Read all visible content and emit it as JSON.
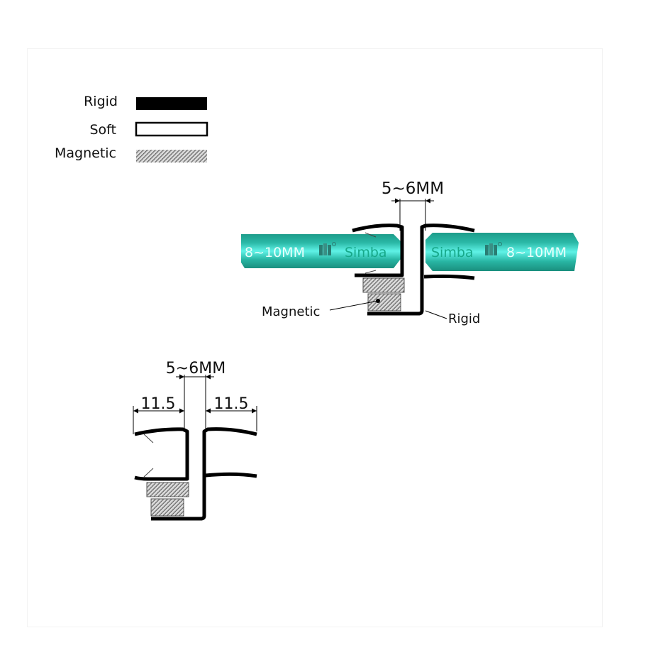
{
  "legend": {
    "items": [
      {
        "label": "Rigid",
        "style": "solid-black"
      },
      {
        "label": "Soft",
        "style": "outline"
      },
      {
        "label": "Magnetic",
        "style": "hatched"
      }
    ]
  },
  "top_diagram": {
    "gap_dimension": "5~6MM",
    "left_glass": {
      "thickness_label": "8~10MM",
      "brand": "Simba",
      "logo": "simba-logo-icon"
    },
    "right_glass": {
      "thickness_label": "8~10MM",
      "brand": "Simba",
      "logo": "simba-logo-icon"
    },
    "callouts": {
      "magnetic": "Magnetic",
      "rigid": "Rigid"
    }
  },
  "bottom_diagram": {
    "gap_dimension": "5~6MM",
    "left_width": "11.5",
    "right_width": "11.5"
  },
  "colors": {
    "glass": "#1fa694",
    "glass_highlight": "#4ff0e0",
    "profile": "#000000",
    "hatch": "#555555",
    "brand_text": "#17a98a"
  }
}
